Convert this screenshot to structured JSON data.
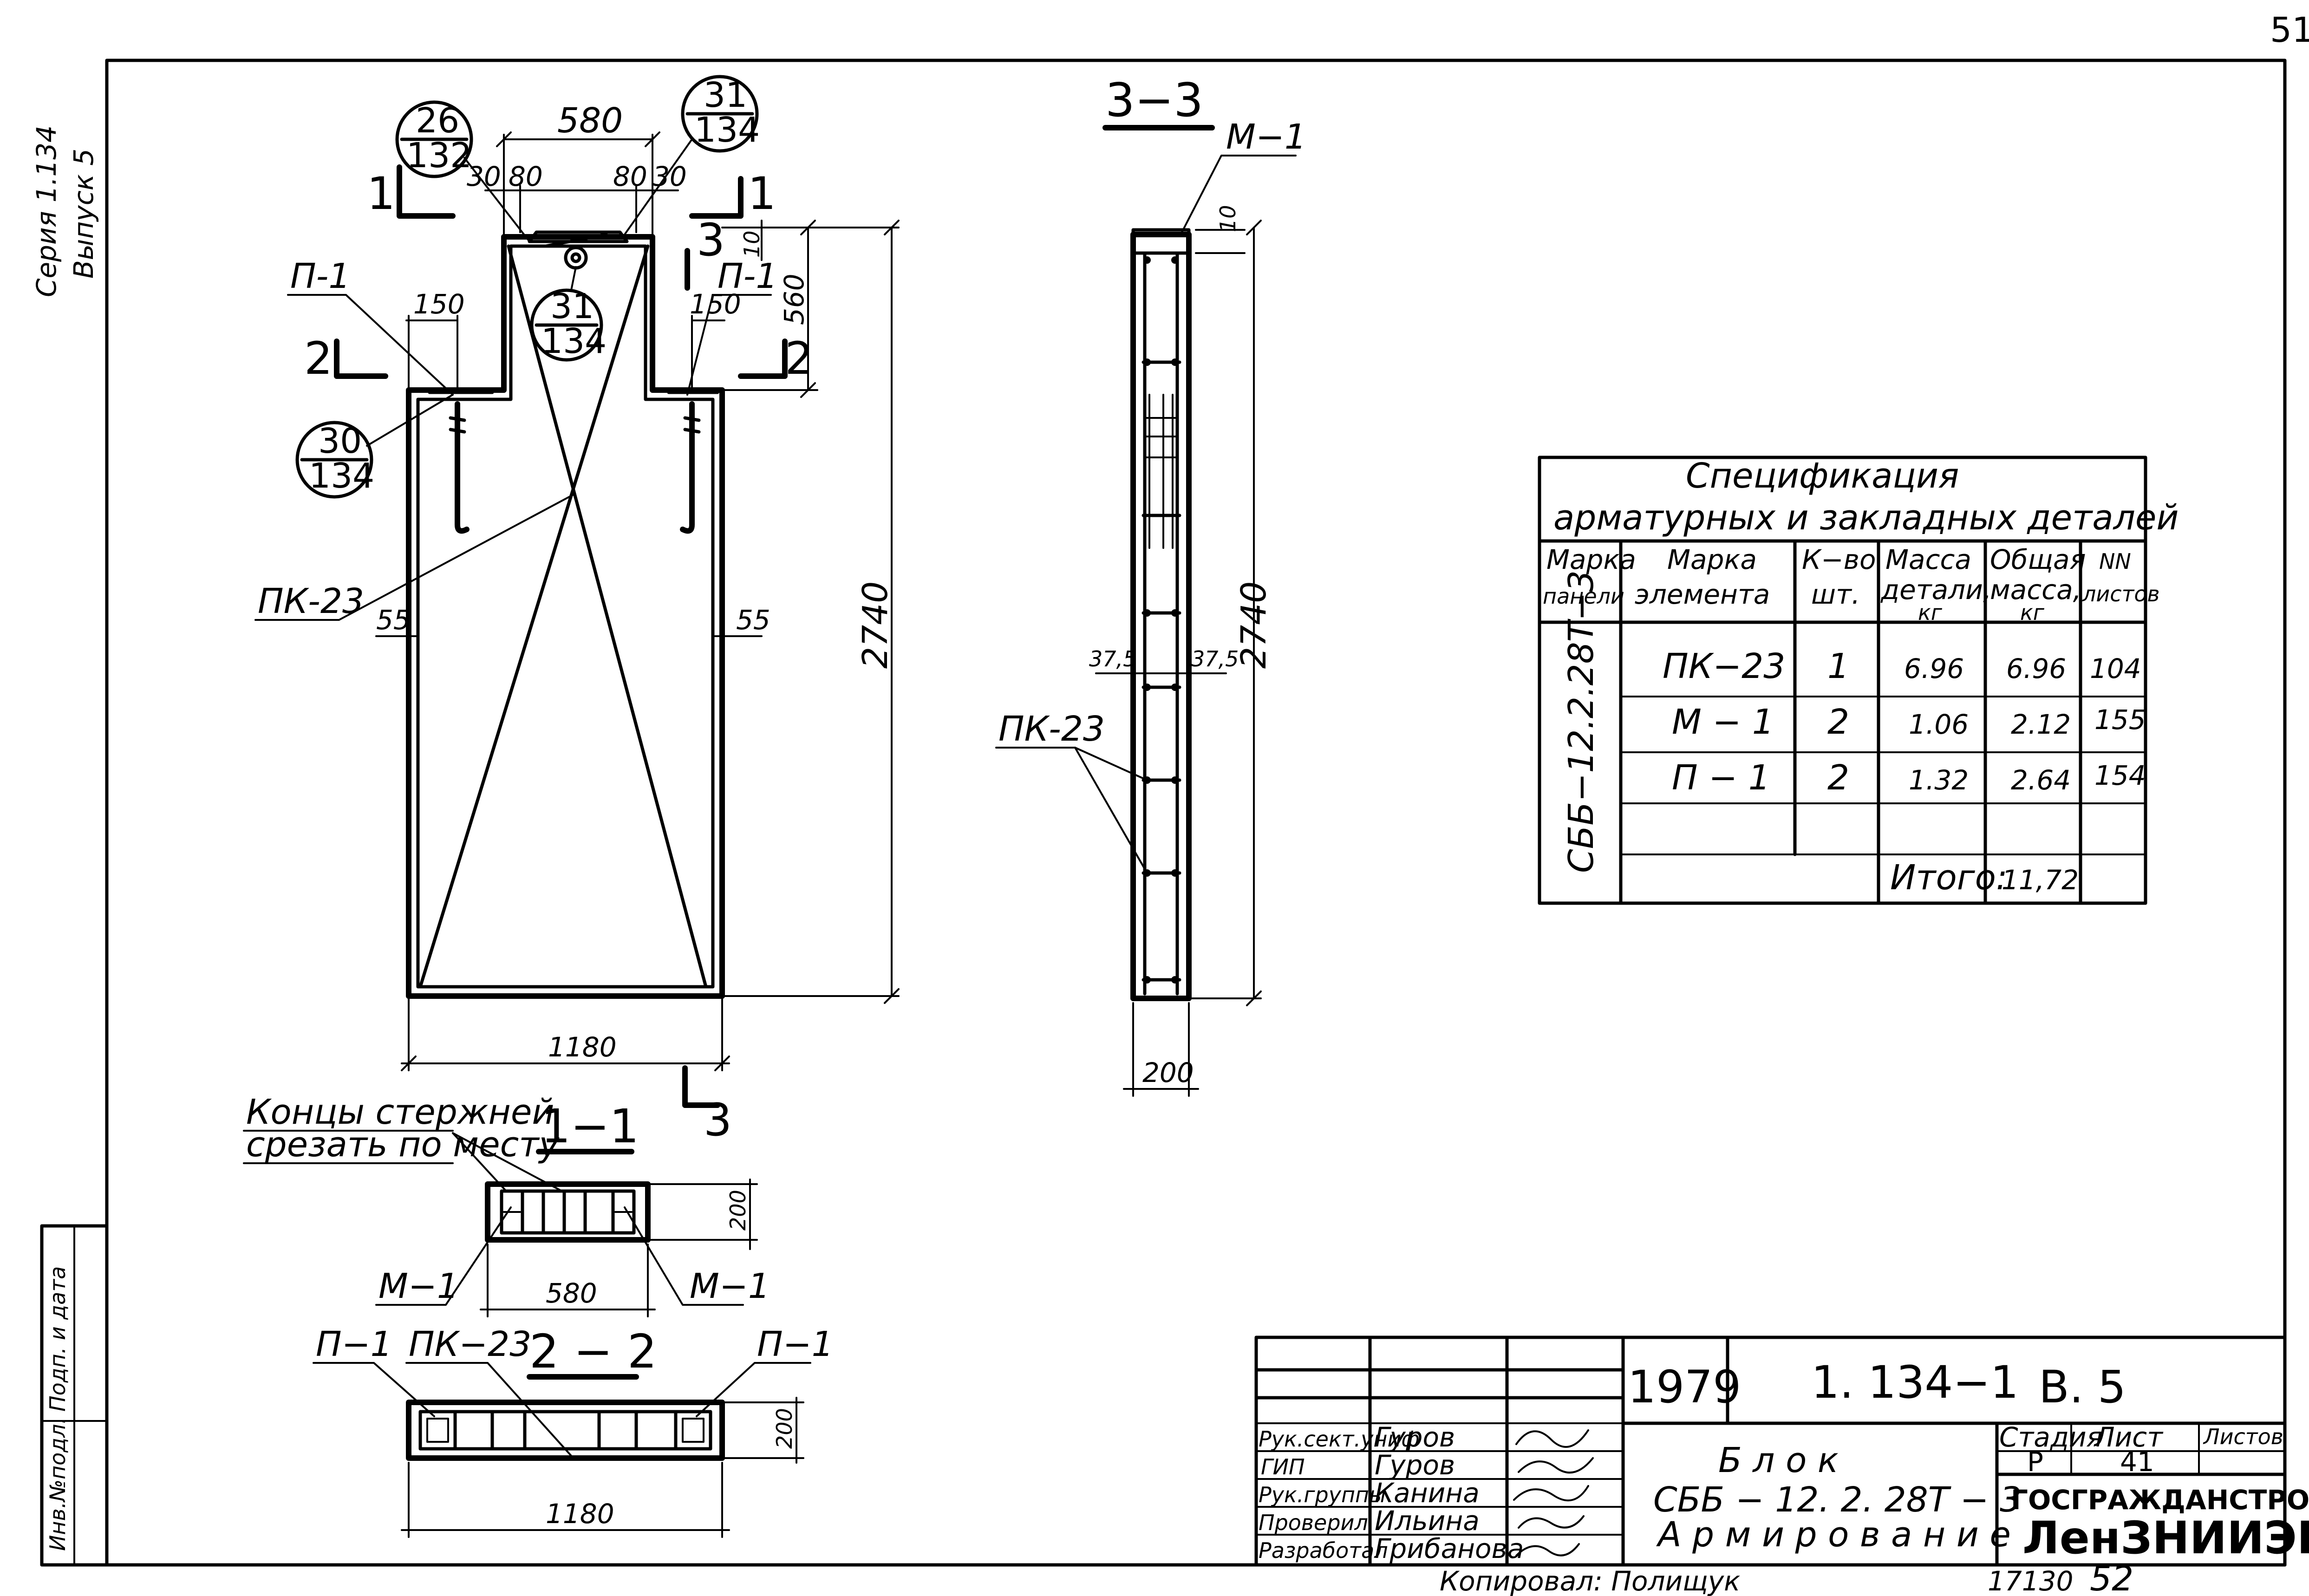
{
  "page_number": "51",
  "margin": {
    "series": "Серия 1.134",
    "issue": "Выпуск 5",
    "sign_date": "Подп. и дата",
    "inv_number": "Инв.№подл."
  },
  "main_view": {
    "top_width": "580",
    "dims_30": "30",
    "dims_80": "80",
    "width_1180": "1180",
    "height_2740": "2740",
    "height_560": "560",
    "dim_150": "150",
    "dim_55": "55",
    "dim_10": "10",
    "labels": {
      "p1": "П-1",
      "pk23": "ПК-23"
    },
    "callouts": [
      {
        "num": "26",
        "den": "132"
      },
      {
        "num": "31",
        "den": "134"
      },
      {
        "num": "31",
        "den": "134"
      },
      {
        "num": "30",
        "den": "134"
      }
    ],
    "cut_marks": {
      "c1": "1",
      "c2": "2",
      "c3": "3"
    }
  },
  "section_33": {
    "title": "3−3",
    "m1": "М−1",
    "dim_10": "10",
    "dim_375": "37,5",
    "height_2740": "2740",
    "width_200": "200",
    "pk23": "ПК-23"
  },
  "section_11": {
    "title": "1−1",
    "note_line1": "Концы стержней",
    "note_line2": "срезать по месту",
    "m1": "М−1",
    "width_580": "580",
    "height_200": "200"
  },
  "section_22": {
    "title": "2 − 2",
    "p1": "П−1",
    "pk23": "ПК−23",
    "width_1180": "1180",
    "height_200": "200"
  },
  "spec": {
    "title1": "Спецификация",
    "title2": "арматурных и закладных деталей",
    "headers": [
      [
        "Марка",
        "панели"
      ],
      [
        "Марка",
        "элемента"
      ],
      [
        "К−во",
        "шт."
      ],
      [
        "Масса",
        "детали,",
        "кг"
      ],
      [
        "Общая",
        "масса,",
        "кг"
      ],
      [
        "NN",
        "листов"
      ]
    ],
    "panel": "СББ−12.2.28Т−3",
    "rows": [
      {
        "element": "ПК−23",
        "qty": "1",
        "mass": "6.96",
        "total": "6.96",
        "sheet": "104"
      },
      {
        "element": "М − 1",
        "qty": "2",
        "mass": "1.06",
        "total": "2.12",
        "sheet": "155"
      },
      {
        "element": "П − 1",
        "qty": "2",
        "mass": "1.32",
        "total": "2.64",
        "sheet": "154"
      }
    ],
    "total_label": "Итого:",
    "total_value": "11,72"
  },
  "title_block": {
    "year": "1979",
    "code": "1. 134−1",
    "issue": "В. 5",
    "roles": [
      "Рук.сект.униф",
      "ГИП",
      "Рук.группы",
      "Проверил",
      "Разработал"
    ],
    "names": [
      "Гуров",
      "Гуров",
      "Канина",
      "Ильина",
      "Грибанова"
    ],
    "stage_label": "Стадия",
    "sheet_label": "Лист",
    "sheets_label": "Листов",
    "stage": "Р",
    "sheet": "41",
    "title1": "Б л о к",
    "title2": "СББ − 12. 2. 28Т − 3",
    "title3": "А р м и р о в а н и е",
    "org1": "ГОСГРАЖДАНСТРОЙ",
    "org2": "ЛенЗНИИЭП"
  },
  "footer": {
    "copied_by": "Копировал: Полищук",
    "number": "17130",
    "format": "52"
  }
}
